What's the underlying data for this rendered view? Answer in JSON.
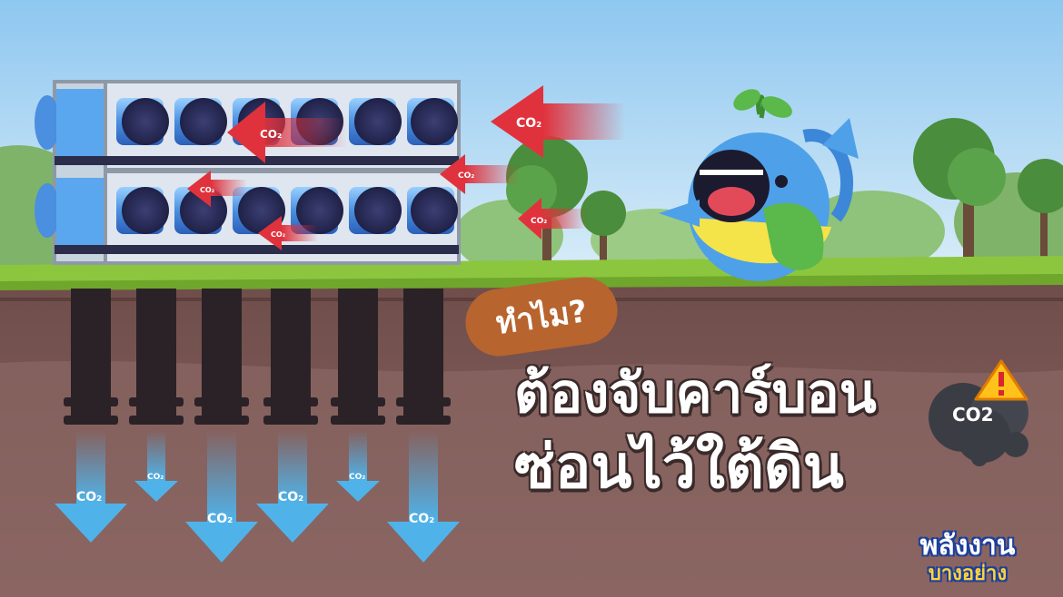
{
  "headline": {
    "question": "ทำไม?",
    "line1": "ต้องจับคาร์บอน",
    "line2": "ซ่อนไว้ใต้ดิน"
  },
  "labels": {
    "co2": "CO₂",
    "cloud_co2": "CO2"
  },
  "logo": {
    "line1": "พลังงาน",
    "line2": "บางอย่าง"
  },
  "icons": [
    "warning-icon",
    "smoke-cloud-icon",
    "whale-mascot-icon",
    "fan-unit-icon",
    "tree-icon",
    "pipe-icon"
  ],
  "colors": {
    "sky_top": "#8ec7f0",
    "sky_bottom": "#d8ecf8",
    "grass": "#8cc63f",
    "soil": "#7a5652",
    "soil_dark": "#5c3f3d",
    "arrow_red": "#e0323c",
    "arrow_blue": "#4fb3ea",
    "badge_brown": "#b8642e"
  }
}
